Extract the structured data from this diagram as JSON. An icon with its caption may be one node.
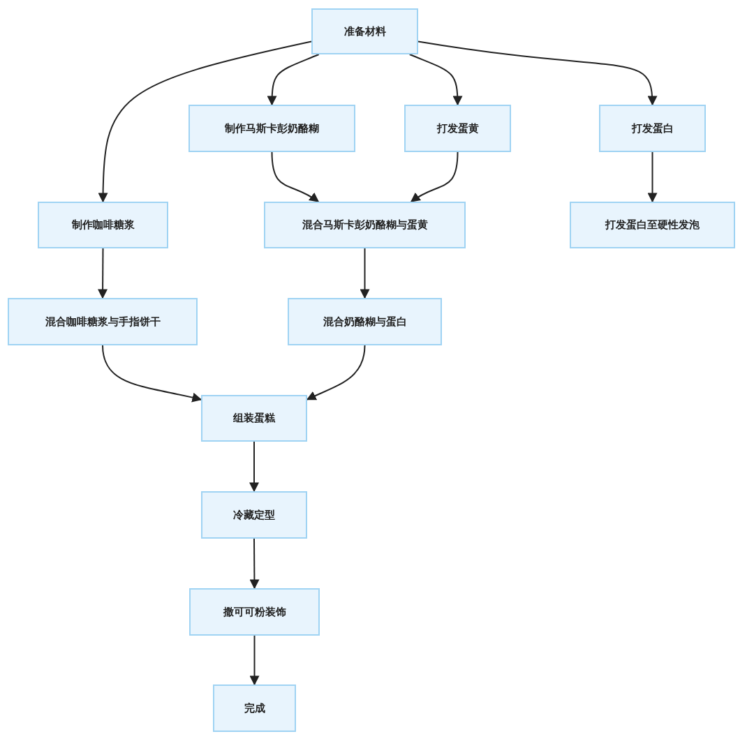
{
  "diagram": {
    "nodes": [
      {
        "text": [
          "准备材料"
        ]
      },
      {
        "text": [
          "制作马斯卡彭奶酪糊"
        ]
      },
      {
        "text": [
          "打发蛋黄"
        ]
      },
      {
        "text": [
          "打发蛋白"
        ]
      },
      {
        "text": [
          "制作咖啡糖浆"
        ]
      },
      {
        "text": [
          "混合马斯卡彭奶酪糊与蛋黄"
        ]
      },
      {
        "text": [
          "打发蛋白至硬性发泡"
        ]
      },
      {
        "text": [
          "混合咖啡糖浆与手指饼干"
        ]
      },
      {
        "text": [
          "混合奶酪糊与蛋白"
        ]
      },
      {
        "text": [
          "组装蛋糕"
        ]
      },
      {
        "text": [
          "冷藏定型"
        ]
      },
      {
        "text": [
          "撒可可粉装饰"
        ]
      },
      {
        "text": [
          "完成"
        ]
      }
    ],
    "edges": [
      {
        "from": 0,
        "to": 4,
        "arrow": "to"
      },
      {
        "from": 0,
        "to": 1,
        "arrow": "to"
      },
      {
        "from": 0,
        "to": 2,
        "arrow": "to"
      },
      {
        "from": 0,
        "to": 3,
        "arrow": "to"
      },
      {
        "from": 1,
        "to": 5,
        "arrow": "to"
      },
      {
        "from": 2,
        "to": 5,
        "arrow": "to"
      },
      {
        "from": 3,
        "to": 6,
        "arrow": "to"
      },
      {
        "from": 4,
        "to": 7,
        "arrow": "to"
      },
      {
        "from": 5,
        "to": 8,
        "arrow": "to"
      },
      {
        "from": 7,
        "to": 9,
        "arrow": "to"
      },
      {
        "from": 8,
        "to": 9,
        "arrow": "to"
      },
      {
        "from": 9,
        "to": 10,
        "arrow": "to"
      },
      {
        "from": 10,
        "to": 11,
        "arrow": "to"
      },
      {
        "from": 11,
        "to": 12,
        "arrow": "to"
      }
    ]
  }
}
